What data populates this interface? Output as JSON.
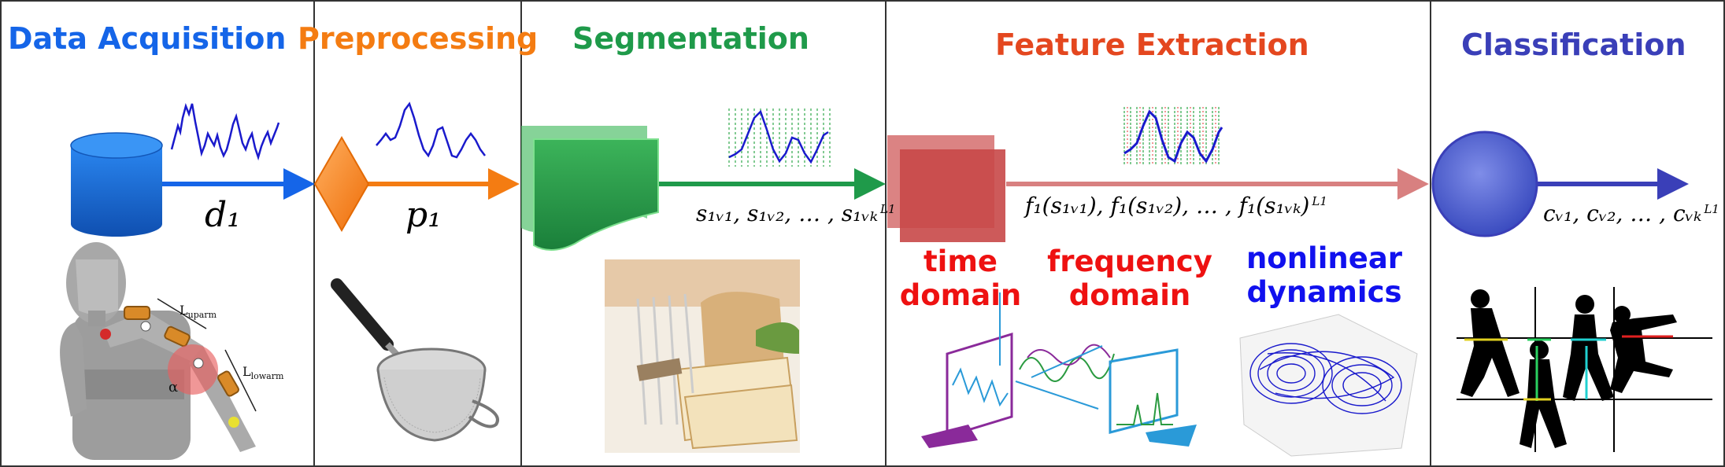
{
  "stages": [
    {
      "title": "Data Acquisition",
      "color": "#1565e8"
    },
    {
      "title": "Preprocessing",
      "color": "#f47c12"
    },
    {
      "title": "Segmentation",
      "color": "#1f9a4a"
    },
    {
      "title": "Feature Extraction",
      "color": "#e4471f"
    },
    {
      "title": "Classification",
      "color": "#3a3fb8"
    }
  ],
  "labels": {
    "d1": "d₁",
    "p1": "p₁",
    "segments": "s₁ᵥ₁, s₁ᵥ₂, … , s₁ᵥₖ",
    "features": "f₁(s₁ᵥ₁), f₁(s₁ᵥ₂), … , f₁(s₁ᵥₖ)",
    "classes": "cᵥ₁, cᵥ₂, … , cᵥₖ",
    "superscript": "L1",
    "upper_arm": "L",
    "upper_arm_sub": "uparm",
    "lower_arm": "L",
    "lower_arm_sub": "lowarm",
    "angle": "α"
  },
  "feature_categories": [
    {
      "line1": "time",
      "line2": "domain",
      "color": "#ee1111"
    },
    {
      "line1": "frequency",
      "line2": "domain",
      "color": "#ee1111"
    },
    {
      "line1": "nonlinear",
      "line2": "dynamics",
      "color": "#1111ee"
    }
  ],
  "icons": [
    "database-icon",
    "filter-icon",
    "segmentation-icon",
    "feature-icon",
    "classifier-icon",
    "arm-model-icon",
    "strainer-icon",
    "bread-slicer-icon",
    "fourier-icon",
    "attractor-icon",
    "walking-figures-icon"
  ]
}
